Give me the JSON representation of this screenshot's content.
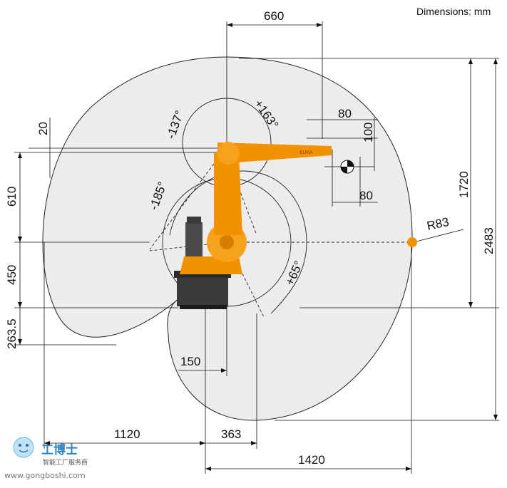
{
  "header": {
    "units_label": "Dimensions: mm"
  },
  "dimensions": {
    "top_reach": "660",
    "wrist_offset_a": "80",
    "wrist_offset_b": "100",
    "wrist_offset_c": "80",
    "vertical_reach": "1720",
    "total_height": "2483",
    "shoulder_height": "20",
    "link_length": "610",
    "base_height": "450",
    "below_base": "263.5",
    "base_offset": "150",
    "rear_reach": "1120",
    "front_offset": "363",
    "horizontal_reach": "1420",
    "tool_radius": "R83"
  },
  "angles": {
    "axis2_top": "-137°",
    "axis3_top": "+163°",
    "axis2_back": "-185°",
    "axis3_front": "+65°"
  },
  "robot": {
    "brand_label": "KUKA",
    "color": "#f39200"
  },
  "watermark": {
    "brand": "工博士",
    "tagline": "智能工厂服务商",
    "url": "www.gongboshi.com"
  }
}
